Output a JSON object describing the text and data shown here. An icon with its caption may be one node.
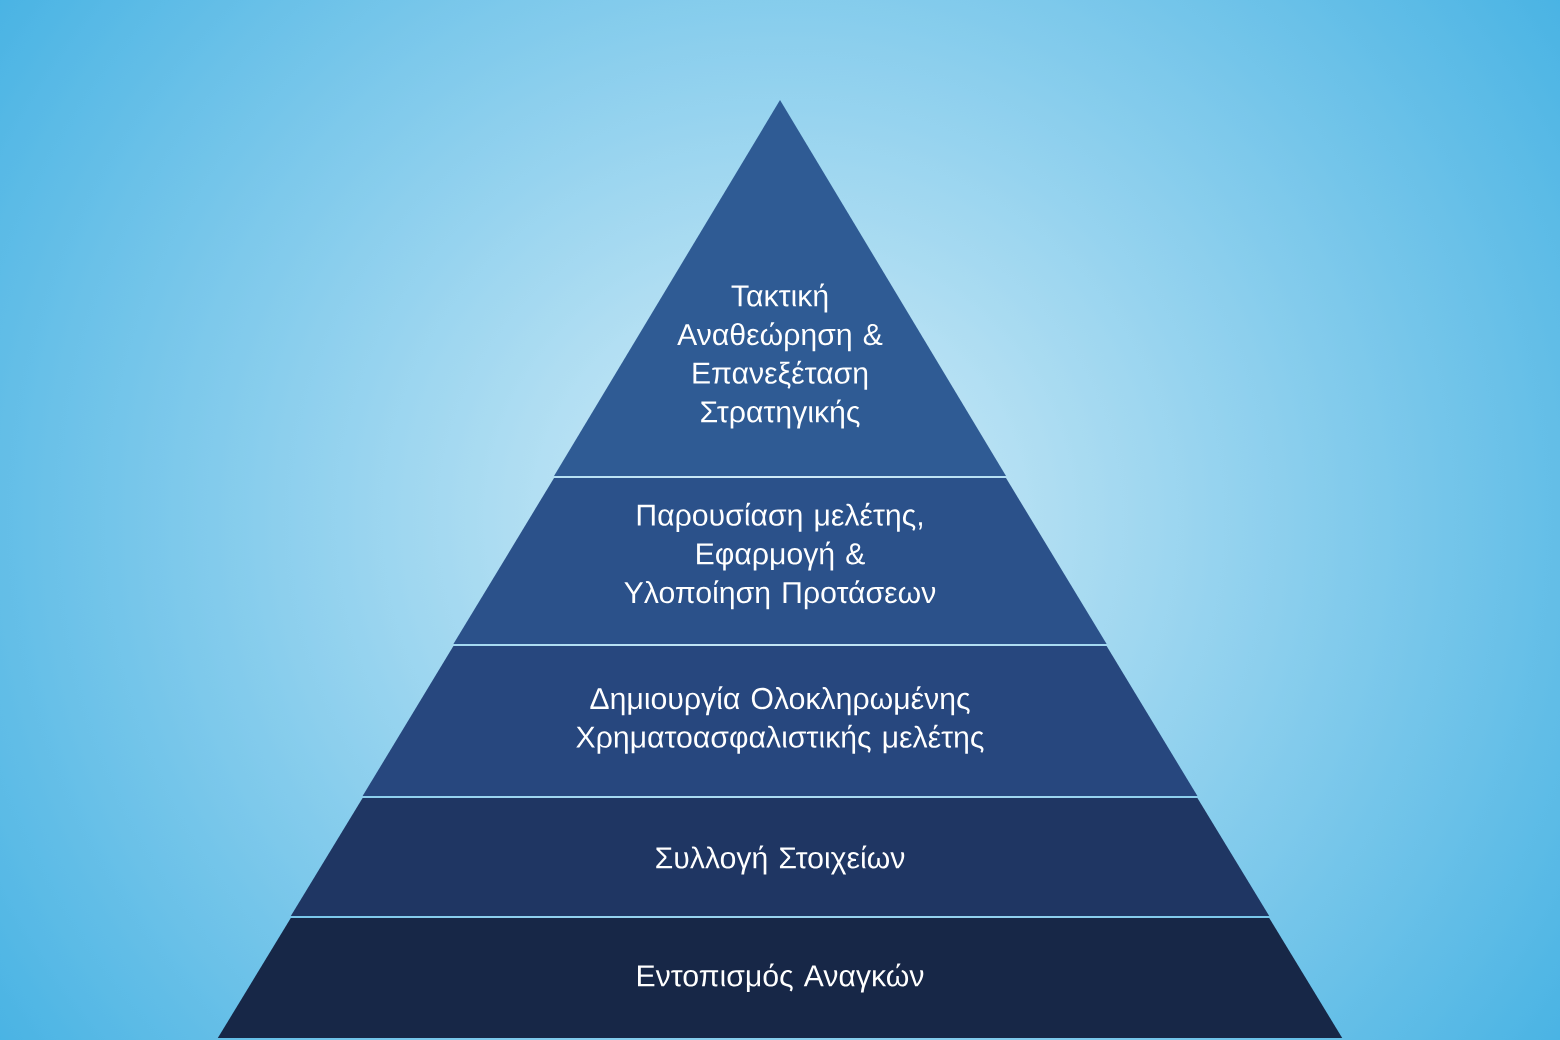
{
  "diagram": {
    "nodes": [
      {
        "text": [
          "Τακτική Αναθεώρηση & Επανεξέταση Στρατηγικής"
        ]
      },
      {
        "text": [
          "Παρουσίαση μελέτης, Εφαρμογή  & Υλοποίηση Προτάσεων"
        ]
      },
      {
        "text": [
          "Δημιουργία Ολοκληρωμένης Χρηματοασφαλιστικής μελέτης"
        ]
      },
      {
        "text": [
          "Συλλογή Στοιχείων"
        ]
      },
      {
        "text": [
          "Εντοπισμός Αναγκών"
        ]
      }
    ]
  }
}
